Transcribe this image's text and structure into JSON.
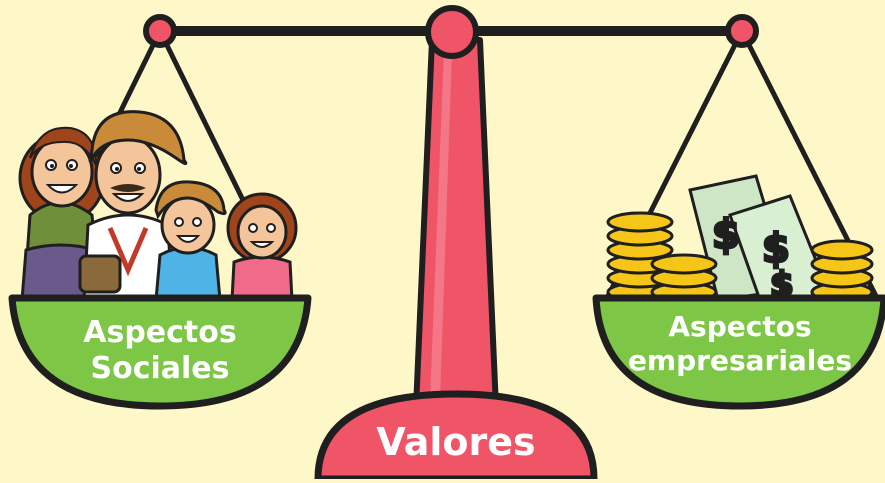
{
  "colors": {
    "background": "#fef8c8",
    "pole": "#ef5467",
    "pan": "#7dc646",
    "outline": "#1f1f1f",
    "label": "#ffffff",
    "gold": "#f5c518",
    "money": "#d6ecd0"
  },
  "left_pan": {
    "label_line1": "Aspectos",
    "label_line2": "Sociales",
    "contents": "family-illustration"
  },
  "right_pan": {
    "label_line1": "Aspectos",
    "label_line2": "empresariales",
    "contents": "money-and-coins-illustration"
  },
  "base": {
    "label": "Valores"
  }
}
